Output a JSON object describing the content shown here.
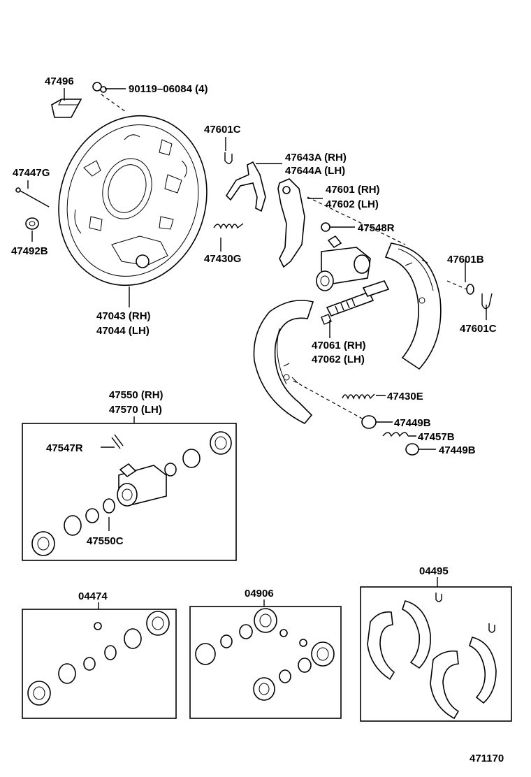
{
  "labels": {
    "p47496": "47496",
    "p90119": "90119–06084 (4)",
    "p47447g": "47447G",
    "p47492b": "47492B",
    "p47601c_top": "47601C",
    "p47643a": "47643A (RH)",
    "p47644a": "47644A (LH)",
    "p47601": "47601 (RH)",
    "p47602": "47602 (LH)",
    "p47548r": "47548R",
    "p47430g": "47430G",
    "p47601b": "47601B",
    "p47601c_right": "47601C",
    "p47043": "47043 (RH)",
    "p47044": "47044 (LH)",
    "p47061": "47061 (RH)",
    "p47062": "47062 (LH)",
    "p47430e": "47430E",
    "p47449b_1": "47449B",
    "p47457b": "47457B",
    "p47449b_2": "47449B",
    "p47550": "47550 (RH)",
    "p47570": "47570 (LH)",
    "p47547r": "47547R",
    "p47550c": "47550C",
    "k04474": "04474",
    "k04906": "04906",
    "k04495": "04495",
    "figure_number": "471170"
  }
}
